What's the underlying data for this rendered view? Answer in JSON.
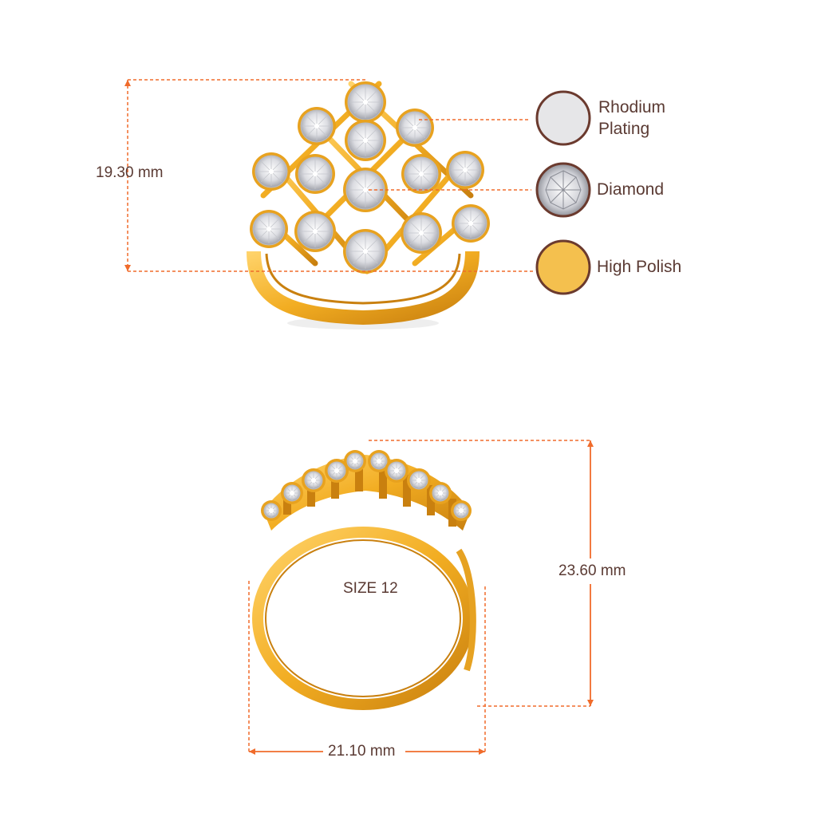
{
  "dimensions": {
    "height_top": "19.30 mm",
    "height_side": "23.60 mm",
    "width": "21.10 mm",
    "size": "SIZE 12"
  },
  "legend": [
    {
      "line1": "Rhodium",
      "line2": "Plating",
      "swatch": "#e6e6e8"
    },
    {
      "line1": "Diamond",
      "line2": "",
      "swatch": "#d8d8de"
    },
    {
      "line1": "High Polish",
      "line2": "",
      "swatch": "#f4c04e"
    }
  ],
  "colors": {
    "accent": "#f06b2b",
    "text": "#5a3a33",
    "gold": "#f2b233",
    "gold_dark": "#c98412",
    "swatch_border": "#6b3a2e"
  },
  "icons": {
    "ring_top": "ring-top-view-icon",
    "ring_side": "ring-side-view-icon"
  }
}
